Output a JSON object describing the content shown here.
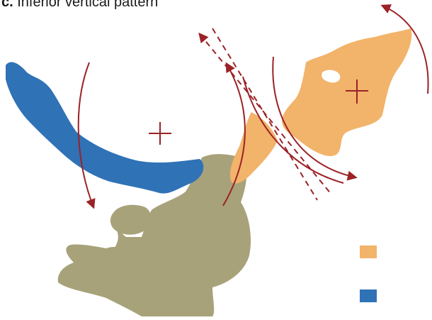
{
  "caption": {
    "letter": "c.",
    "text": "Inferior vertical pattern"
  },
  "colors": {
    "blue_fragment": "#2f72b6",
    "orange_fragment": "#f2b36a",
    "olive_bone": "#a8a27a",
    "arrows": "#9b2226",
    "crosshair": "#9b2226",
    "legend_orange": "#f2b36a",
    "legend_blue": "#2f72b6"
  },
  "icons": {
    "left_center": "plus-crosshair",
    "right_center": "plus-crosshair",
    "rotation": "curved-arrow",
    "translation": "dashed-double-arrow"
  }
}
